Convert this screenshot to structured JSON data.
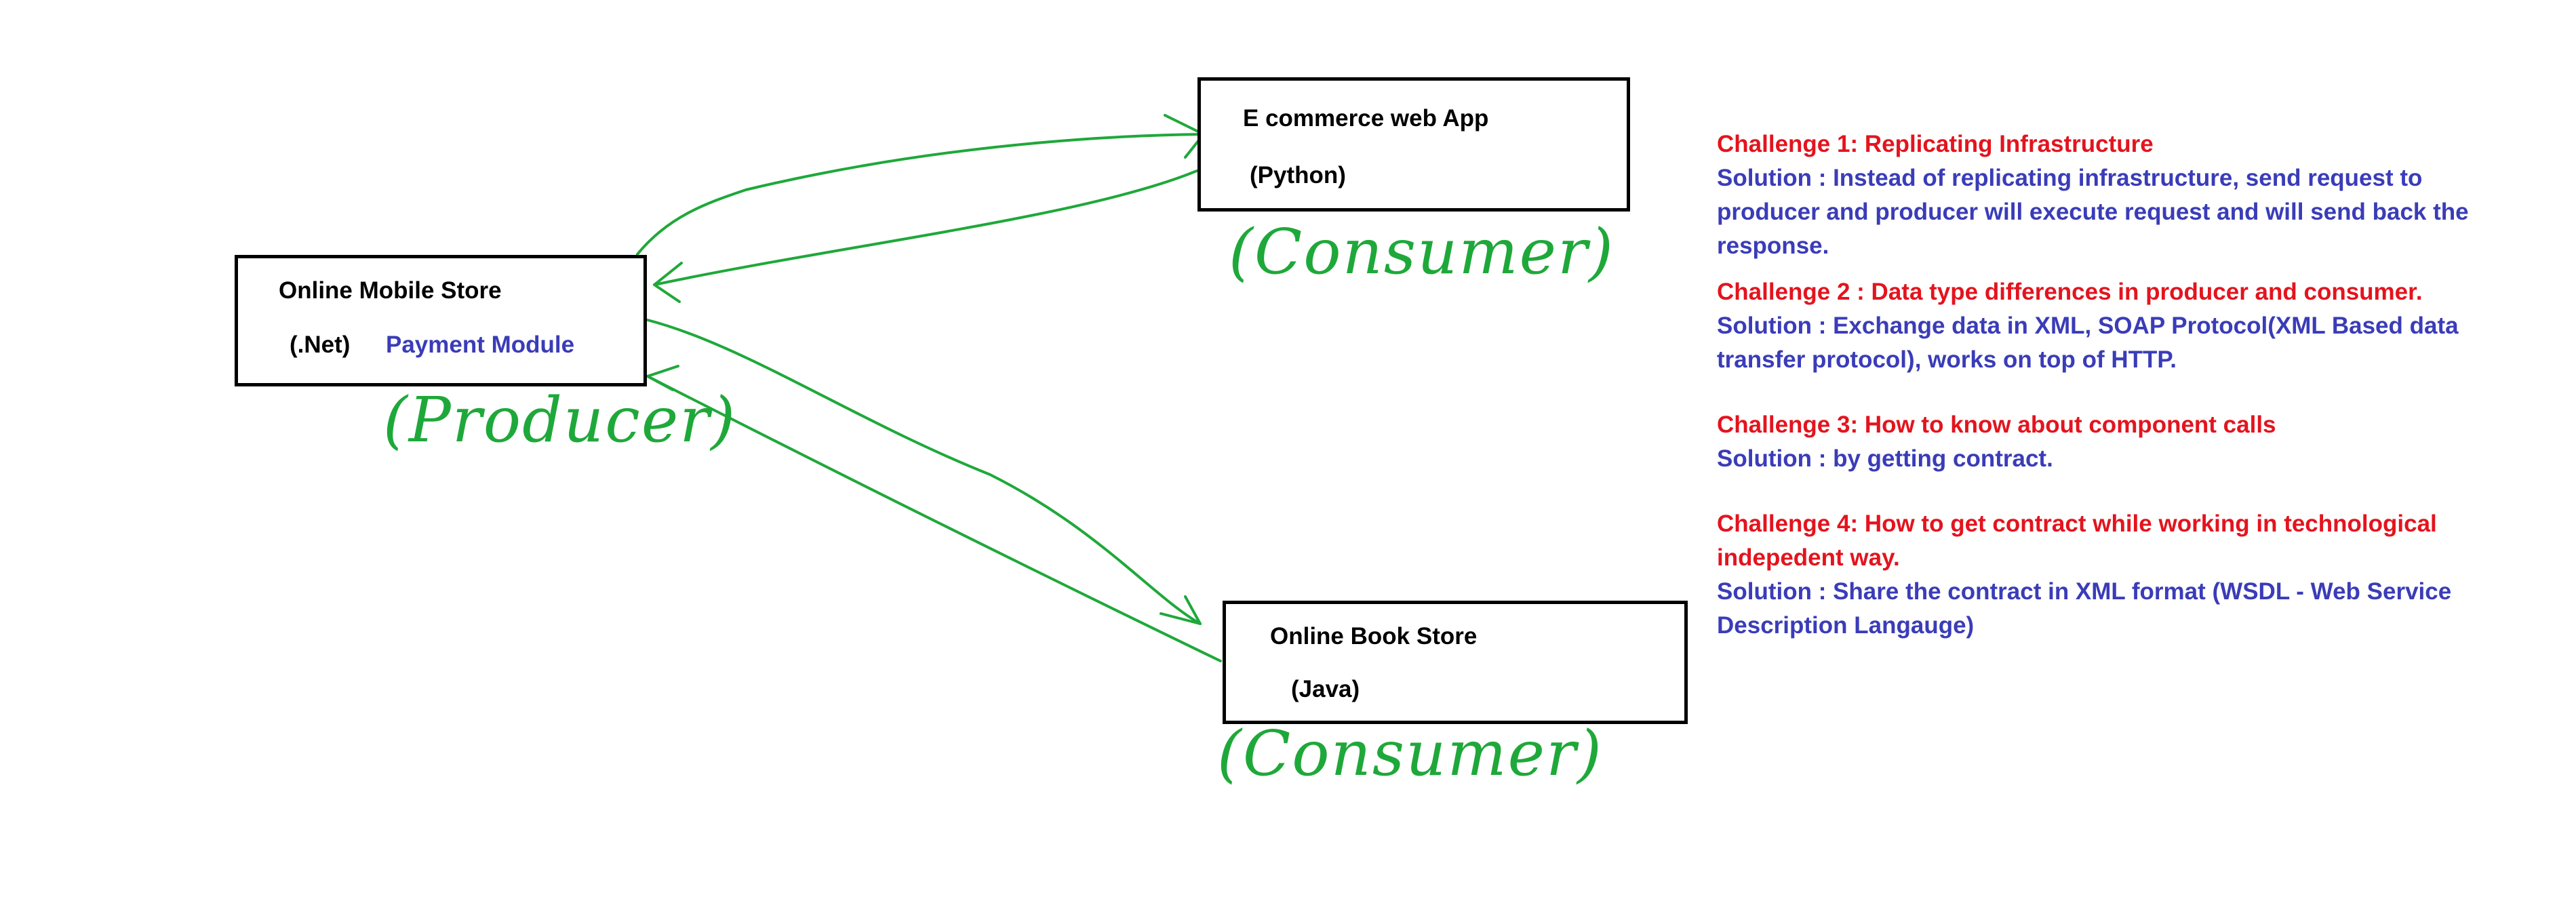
{
  "producer_box": {
    "title": "Online Mobile Store",
    "tech": "(.Net)",
    "module": "Payment Module"
  },
  "ecommerce_box": {
    "title": "E commerce web App",
    "tech": "(Python)"
  },
  "bookstore_box": {
    "title": "Online Book Store",
    "tech": "(Java)"
  },
  "handwritten": {
    "producer": "(Producer)",
    "consumer_top": "(Consumer)",
    "consumer_bottom": "(Consumer)"
  },
  "notes": [
    {
      "challenge": "Challenge 1: Replicating Infrastructure",
      "solution": "Solution : Instead of replicating infrastructure, send request to producer and producer will execute request and will send back the response."
    },
    {
      "challenge": "Challenge 2 : Data type differences in producer and consumer.",
      "solution": "Solution : Exchange data in XML, SOAP Protocol(XML Based data transfer protocol), works on top of HTTP."
    },
    {
      "challenge": "Challenge 3: How to know about component calls",
      "solution": "Solution : by getting contract."
    },
    {
      "challenge": "Challenge 4: How to get contract while working in technological indepedent way.",
      "solution": "Solution : Share the contract in XML format (WSDL - Web Service Description Langauge)"
    }
  ],
  "colors": {
    "challenge": "#e3141e",
    "solution": "#3a3cb8",
    "annotation": "#1fa83a"
  }
}
